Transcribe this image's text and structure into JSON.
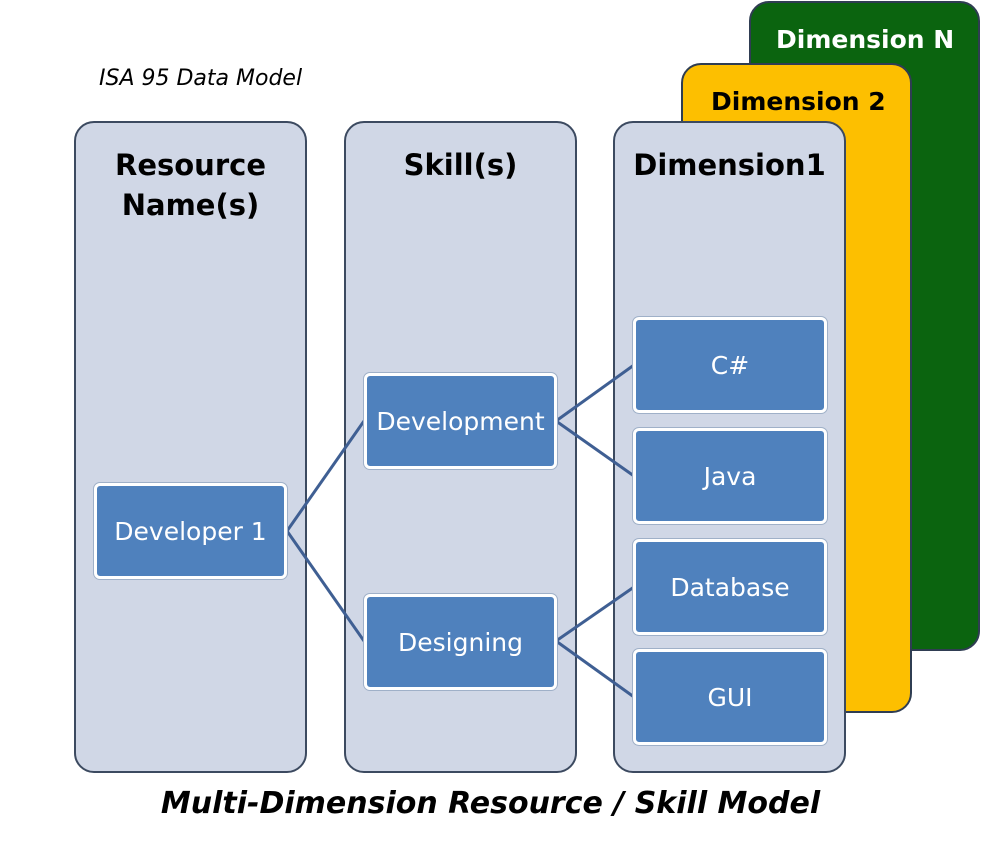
{
  "header_caption": "ISA 95 Data Model",
  "footer_caption": "Multi-Dimension Resource / Skill Model",
  "layers": {
    "dimension_n": "Dimension N",
    "dimension_2": "Dimension 2"
  },
  "columns": {
    "resource": {
      "title_line1": "Resource",
      "title_line2": "Name(s)"
    },
    "skills": {
      "title": "Skill(s)"
    },
    "dimension1": {
      "title": "Dimension1"
    }
  },
  "nodes": {
    "resource": [
      "Developer 1"
    ],
    "skills": [
      "Development",
      "Designing"
    ],
    "dimension1": [
      "C#",
      "Java",
      "Database",
      "GUI"
    ]
  },
  "colors": {
    "node_fill": "#4f81bd",
    "column_fill": "#d0d7e6",
    "dimension_2_fill": "#fdbf00",
    "dimension_n_fill": "#0b640f",
    "connector": "#3f5f93"
  }
}
